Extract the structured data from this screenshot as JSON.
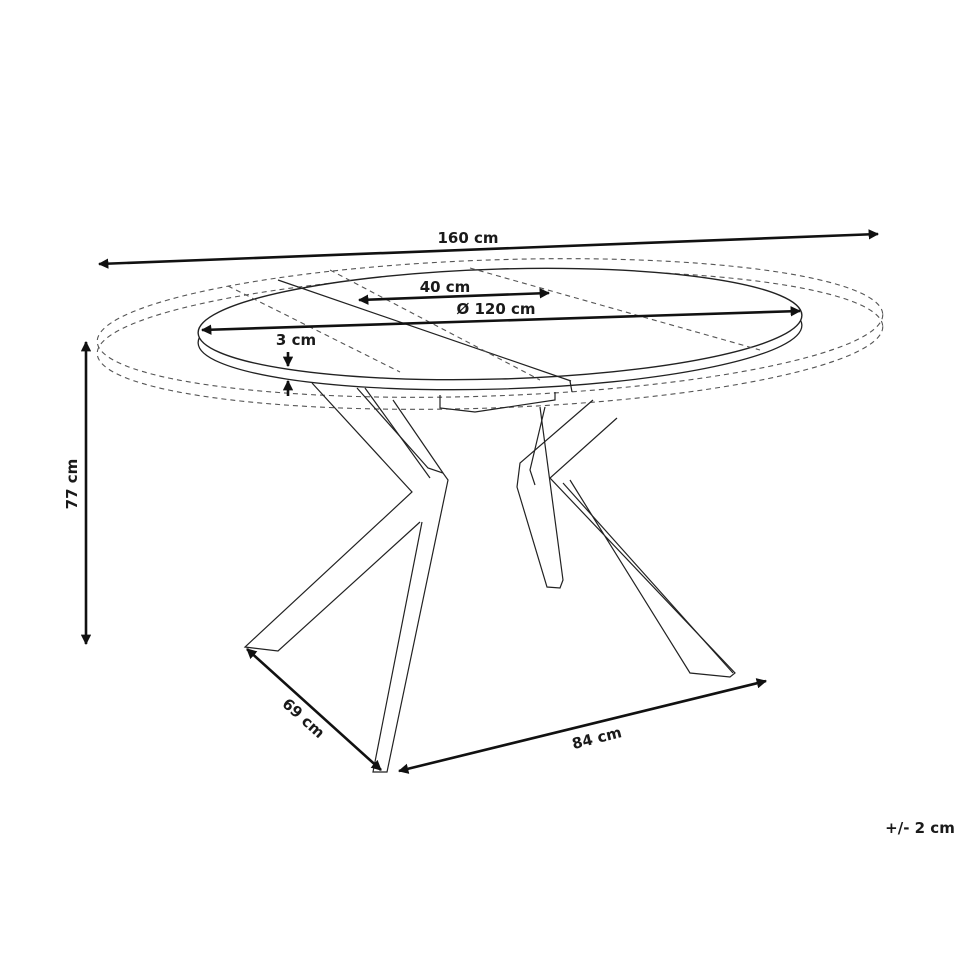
{
  "dimensions": {
    "extended_length": "160 cm",
    "extension_leaf": "40 cm",
    "diameter": "Ø 120 cm",
    "top_thickness": "3 cm",
    "height": "77 cm",
    "base_depth": "69 cm",
    "base_width": "84 cm",
    "tolerance": "+/- 2 cm"
  },
  "colors": {
    "line": "#222222",
    "background": "#ffffff"
  }
}
